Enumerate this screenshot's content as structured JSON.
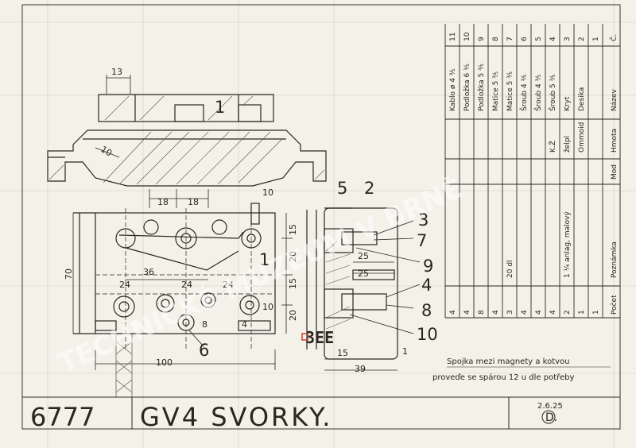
{
  "title_block": {
    "drawing_number": "6777",
    "title": "GV4  SVORKY.",
    "date": "2.6.25",
    "signature_initial": "D."
  },
  "note": {
    "line1": "Spojka mezi magnety a kotvou",
    "line2": "proveďe se spárou 12 u dle potřeby"
  },
  "parts_list": {
    "header": {
      "pocet": "Počet",
      "nazev": "Název",
      "hmota": "Hmota",
      "mod": "Mod",
      "poznamka": "Poznámka",
      "c": "Č."
    },
    "rows": [
      {
        "c": "1",
        "nazev": "",
        "hmota": "",
        "pocet": "1",
        "poznamka": ""
      },
      {
        "c": "2",
        "nazev": "Desika",
        "hmota": "Ommoid",
        "pocet": "1",
        "poznamka": ""
      },
      {
        "c": "3",
        "nazev": "Kryt",
        "hmota": "želpl",
        "pocet": "2",
        "poznamka": "1 ¼ anlag, malový"
      },
      {
        "c": "4",
        "nazev": "Šroub 5 ⅗",
        "hmota": "K.Ž",
        "pocet": "4",
        "poznamka": ""
      },
      {
        "c": "5",
        "nazev": "Šroub 4 ⅗",
        "hmota": "",
        "pocet": "4",
        "poznamka": ""
      },
      {
        "c": "6",
        "nazev": "Šroub 4 ⅗",
        "hmota": "",
        "pocet": "4",
        "poznamka": ""
      },
      {
        "c": "7",
        "nazev": "Matice 5 ⅗",
        "hmota": "",
        "pocet": "3",
        "poznamka": "20 dl"
      },
      {
        "c": "8",
        "nazev": "Matice 5 ⅗",
        "hmota": "",
        "pocet": "4",
        "poznamka": ""
      },
      {
        "c": "9",
        "nazev": "Podložka 5 ⅗",
        "hmota": "",
        "pocet": "8",
        "poznamka": ""
      },
      {
        "c": "10",
        "nazev": "Podložka 6 ⅗",
        "hmota": "",
        "pocet": "4",
        "poznamka": ""
      },
      {
        "c": "11",
        "nazev": "Kablo ø 4 ⅗",
        "hmota": "",
        "pocet": "4",
        "poznamka": ""
      }
    ]
  },
  "callouts": [
    "1",
    "1",
    "2",
    "3",
    "4",
    "5",
    "6",
    "7",
    "8",
    "9",
    "10"
  ],
  "dimensions": [
    "13",
    "10",
    "18",
    "18",
    "10",
    "70",
    "36",
    "24",
    "24",
    "24",
    "15",
    "20",
    "15",
    "20",
    "10",
    "100",
    "25",
    "25",
    "15",
    "39",
    "1",
    "8",
    "4"
  ],
  "stamp_text": "3EE",
  "watermark": "TECHNICKÉ MUZEUM V BRNĚ",
  "colors": {
    "paper": "#f4f1e9",
    "ink": "#2a2620",
    "grid": "#cbc6ba",
    "stamp": "#c0392b"
  }
}
